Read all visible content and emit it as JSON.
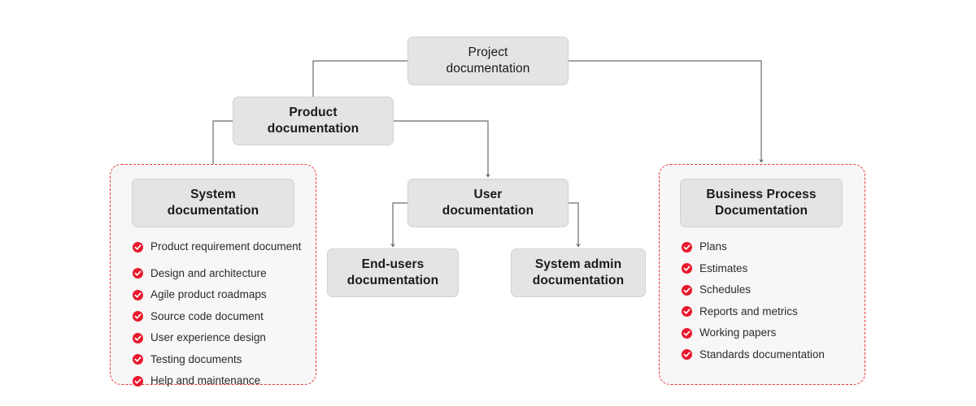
{
  "diagram": {
    "title": "Project documentation hierarchy",
    "colors": {
      "node_fill": "#e4e4e4",
      "node_border": "#d2d2d2",
      "group_dashed_border": "#ef3333",
      "group_fill": "#f7f7f7",
      "connector": "#6b6b6b",
      "check_icon": "#e8192c",
      "text": "#1a1a1a",
      "background": "#ffffff"
    },
    "nodes": {
      "project": {
        "line1": "Project",
        "line2": "documentation"
      },
      "product": {
        "line1": "Product",
        "line2": "documentation"
      },
      "system": {
        "line1": "System",
        "line2": "documentation"
      },
      "user": {
        "line1": "User",
        "line2": "documentation"
      },
      "endusers": {
        "line1": "End-users",
        "line2": "documentation"
      },
      "sysadmin": {
        "line1": "System admin",
        "line2": "documentation"
      },
      "business": {
        "line1": "Business Process",
        "line2": "Documentation"
      }
    },
    "lists": {
      "system_documentation": [
        "Product requirement document",
        "Design and architecture",
        "Agile product roadmaps",
        "Source code document",
        "User experience design",
        "Testing documents",
        "Help and maintenance"
      ],
      "business_process_documentation": [
        "Plans",
        "Estimates",
        "Schedules",
        "Reports and metrics",
        "Working papers",
        "Standards documentation"
      ]
    },
    "icons": {
      "bullet": "check-circle-icon"
    },
    "edges": [
      {
        "from": "project",
        "to": "product"
      },
      {
        "from": "project",
        "to": "business"
      },
      {
        "from": "product",
        "to": "system"
      },
      {
        "from": "product",
        "to": "user"
      },
      {
        "from": "user",
        "to": "endusers"
      },
      {
        "from": "user",
        "to": "sysadmin"
      }
    ]
  }
}
